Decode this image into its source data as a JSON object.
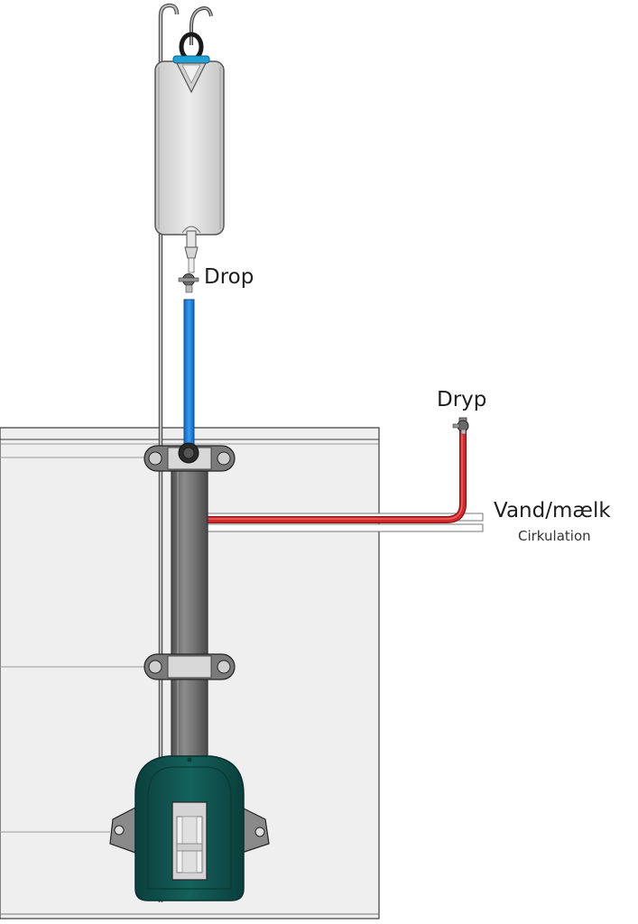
{
  "labels": {
    "drop": "Drop",
    "dryp": "Dryp",
    "vand_maelk": "Vand/mælk",
    "cirkulation": "Cirkulation"
  },
  "colors": {
    "drop_tube": "#1e7fe0",
    "dryp_tube": "#d42a2a",
    "feeder_body": "#0e5450",
    "vertical_pipe": "#6f6f6f",
    "iv_bag": "#dcdcdc",
    "bag_cap": "#1ea2d8",
    "pen_wall": "#efefef"
  },
  "icons": [
    "iv-hook-icon",
    "valve-icon",
    "clamp-bolt-icon"
  ]
}
